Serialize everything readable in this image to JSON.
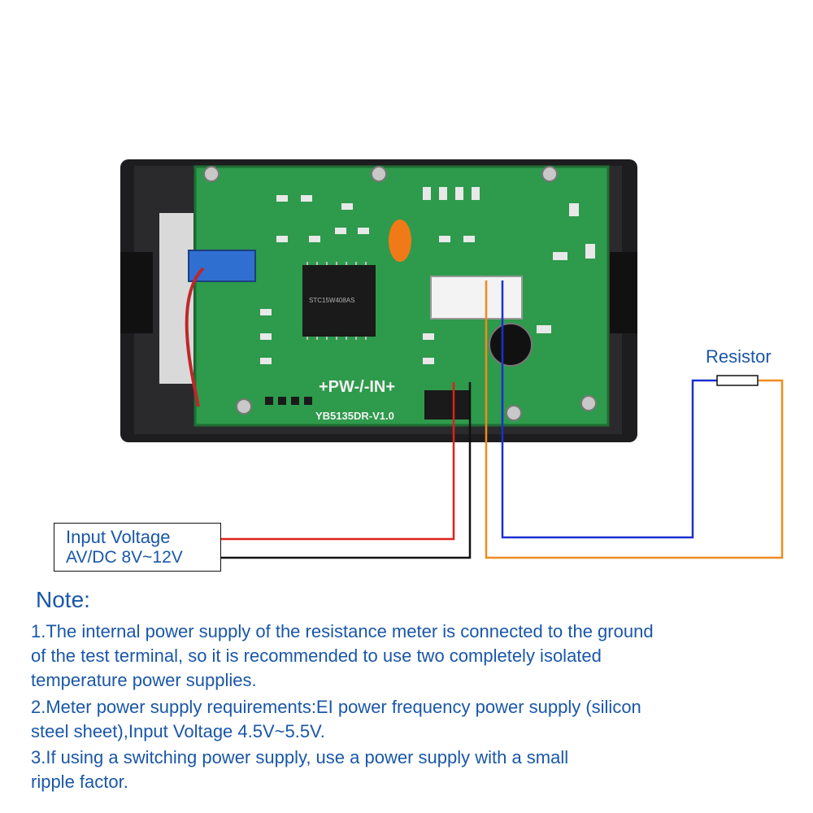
{
  "board": {
    "silkscreen_model": "YB5135DR-V1.0",
    "silkscreen_terminals": "+PW-/-IN+",
    "marking_ic": "STC15W408AS"
  },
  "wiring": {
    "input_label_line1": "Input Voltage",
    "input_label_line2": "AV/DC 8V~12V",
    "resistor_label": "Resistor",
    "colors": {
      "red": "#e0201c",
      "black": "#111111",
      "orange": "#f08a1e",
      "blue": "#1b2fd0",
      "resistor_line": "#1b2fd0"
    }
  },
  "notes": {
    "title": "Note:",
    "items": [
      "1.The internal power supply of the resistance meter is connected to the ground\n   of the test terminal, so it is recommended to use two completely isolated\n   temperature power supplies.",
      "2.Meter power supply requirements:EI power frequency power supply (silicon\n   steel sheet),Input Voltage 4.5V~5.5V.",
      "3.If using a switching power supply, use a power supply with a small\n   ripple factor."
    ]
  }
}
